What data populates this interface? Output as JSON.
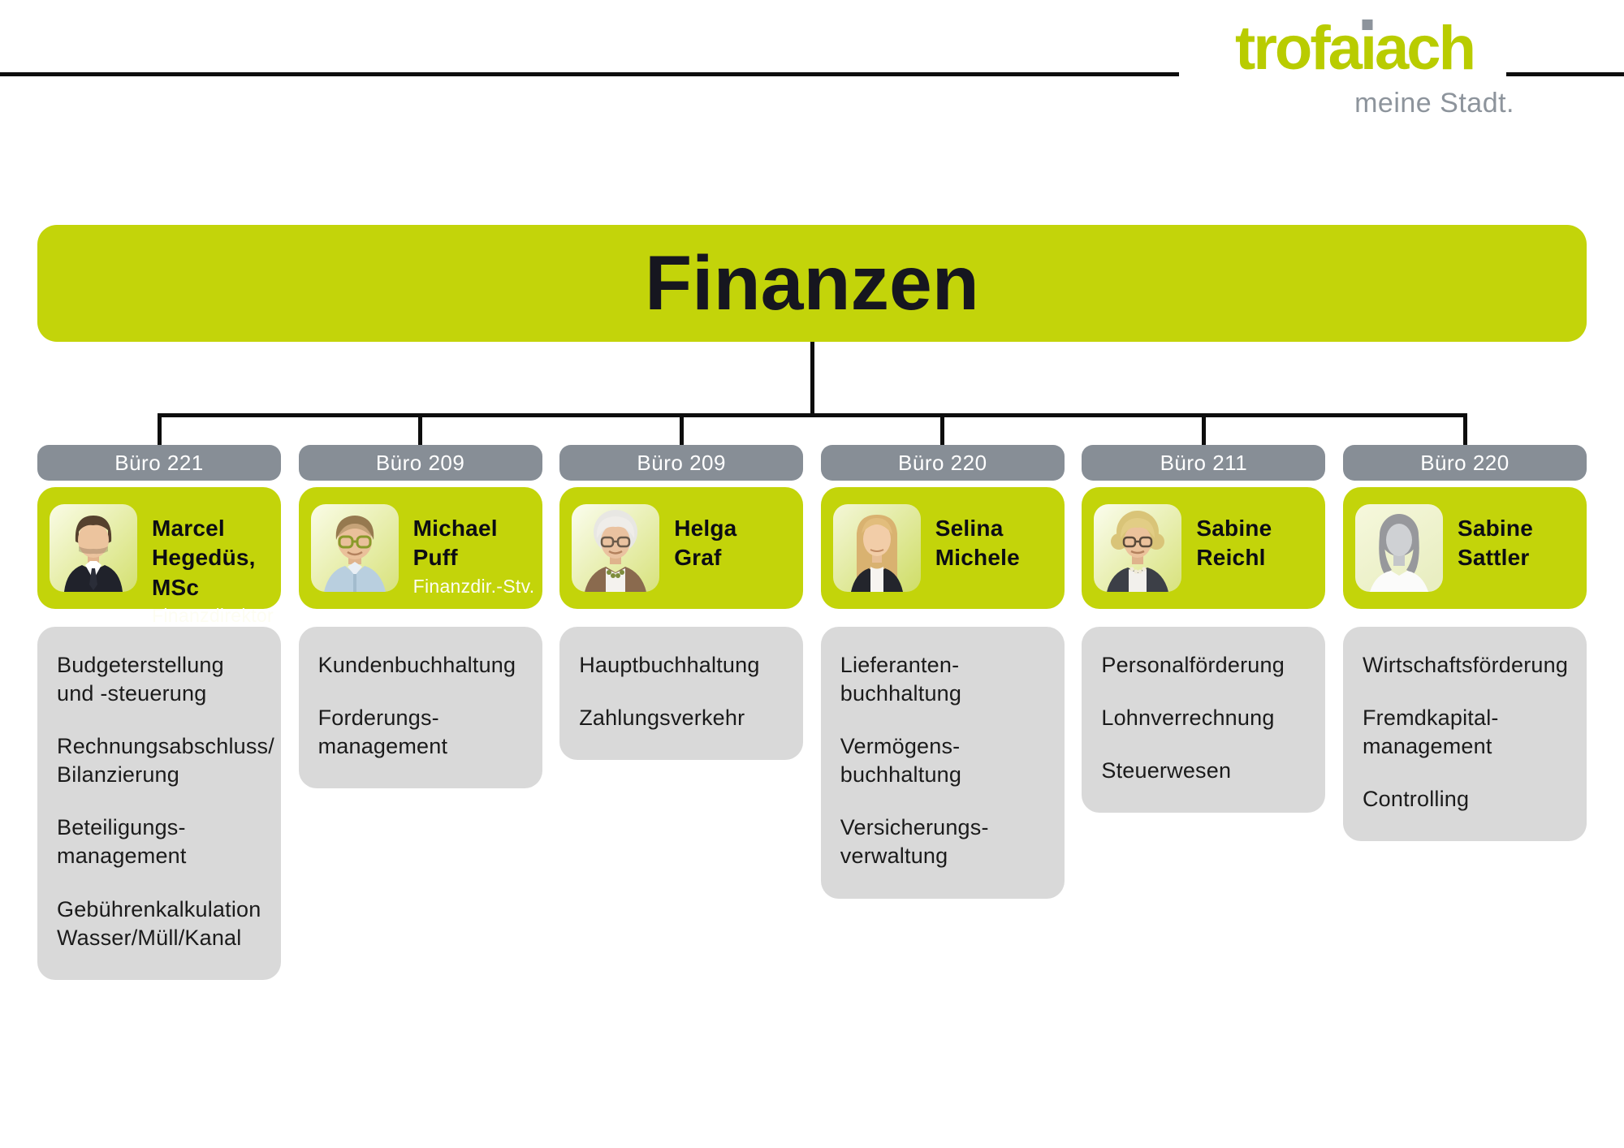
{
  "logo": {
    "brand": "trofaiach",
    "brand_part1": "trofa",
    "brand_i": "ı",
    "brand_part2": "ach",
    "tagline": "meine Stadt."
  },
  "title": "Finanzen",
  "colors": {
    "green": "#c3d40a",
    "logo_green": "#b9cc00",
    "office_pill_gray": "#878e96",
    "task_box_gray": "#d9d9d9",
    "line_black": "#0d0d0d",
    "title_dark": "#16161f"
  },
  "columns": [
    {
      "office": "Büro 221",
      "name_line1": "Marcel",
      "name_line2": "Hegedüs, MSc",
      "role": "Finanzdirektor",
      "avatar": "portrait-marcel-hegedues",
      "tasks": [
        "Budgeterstellung\nund -steuerung",
        "Rechnungsabschluss/\nBilanzierung",
        "Beteiligungs-\nmanagement",
        "Gebührenkalkulation\nWasser/Müll/Kanal"
      ]
    },
    {
      "office": "Büro 209",
      "name_line1": "Michael",
      "name_line2": "Puff",
      "role": "Finanzdir.-Stv.",
      "avatar": "portrait-michael-puff",
      "tasks": [
        "Kundenbuchhaltung",
        "Forderungs-\nmanagement"
      ]
    },
    {
      "office": "Büro 209",
      "name_line1": "Helga",
      "name_line2": "Graf",
      "role": "",
      "avatar": "portrait-helga-graf",
      "tasks": [
        "Hauptbuchhaltung",
        "Zahlungsverkehr"
      ]
    },
    {
      "office": "Büro 220",
      "name_line1": "Selina",
      "name_line2": "Michele",
      "role": "",
      "avatar": "portrait-selina-michele",
      "tasks": [
        "Lieferanten-\nbuchhaltung",
        "Vermögens-\nbuchhaltung",
        "Versicherungs-\nverwaltung"
      ]
    },
    {
      "office": "Büro 211",
      "name_line1": "Sabine",
      "name_line2": "Reichl",
      "role": "",
      "avatar": "portrait-sabine-reichl",
      "tasks": [
        "Personalförderung",
        "Lohnverrechnung",
        "Steuerwesen"
      ]
    },
    {
      "office": "Büro 220",
      "name_line1": "Sabine",
      "name_line2": "Sattler",
      "role": "",
      "avatar": "placeholder-female-silhouette",
      "tasks": [
        "Wirtschaftsförderung",
        "Fremdkapital-\nmanagement",
        "Controlling"
      ]
    }
  ]
}
